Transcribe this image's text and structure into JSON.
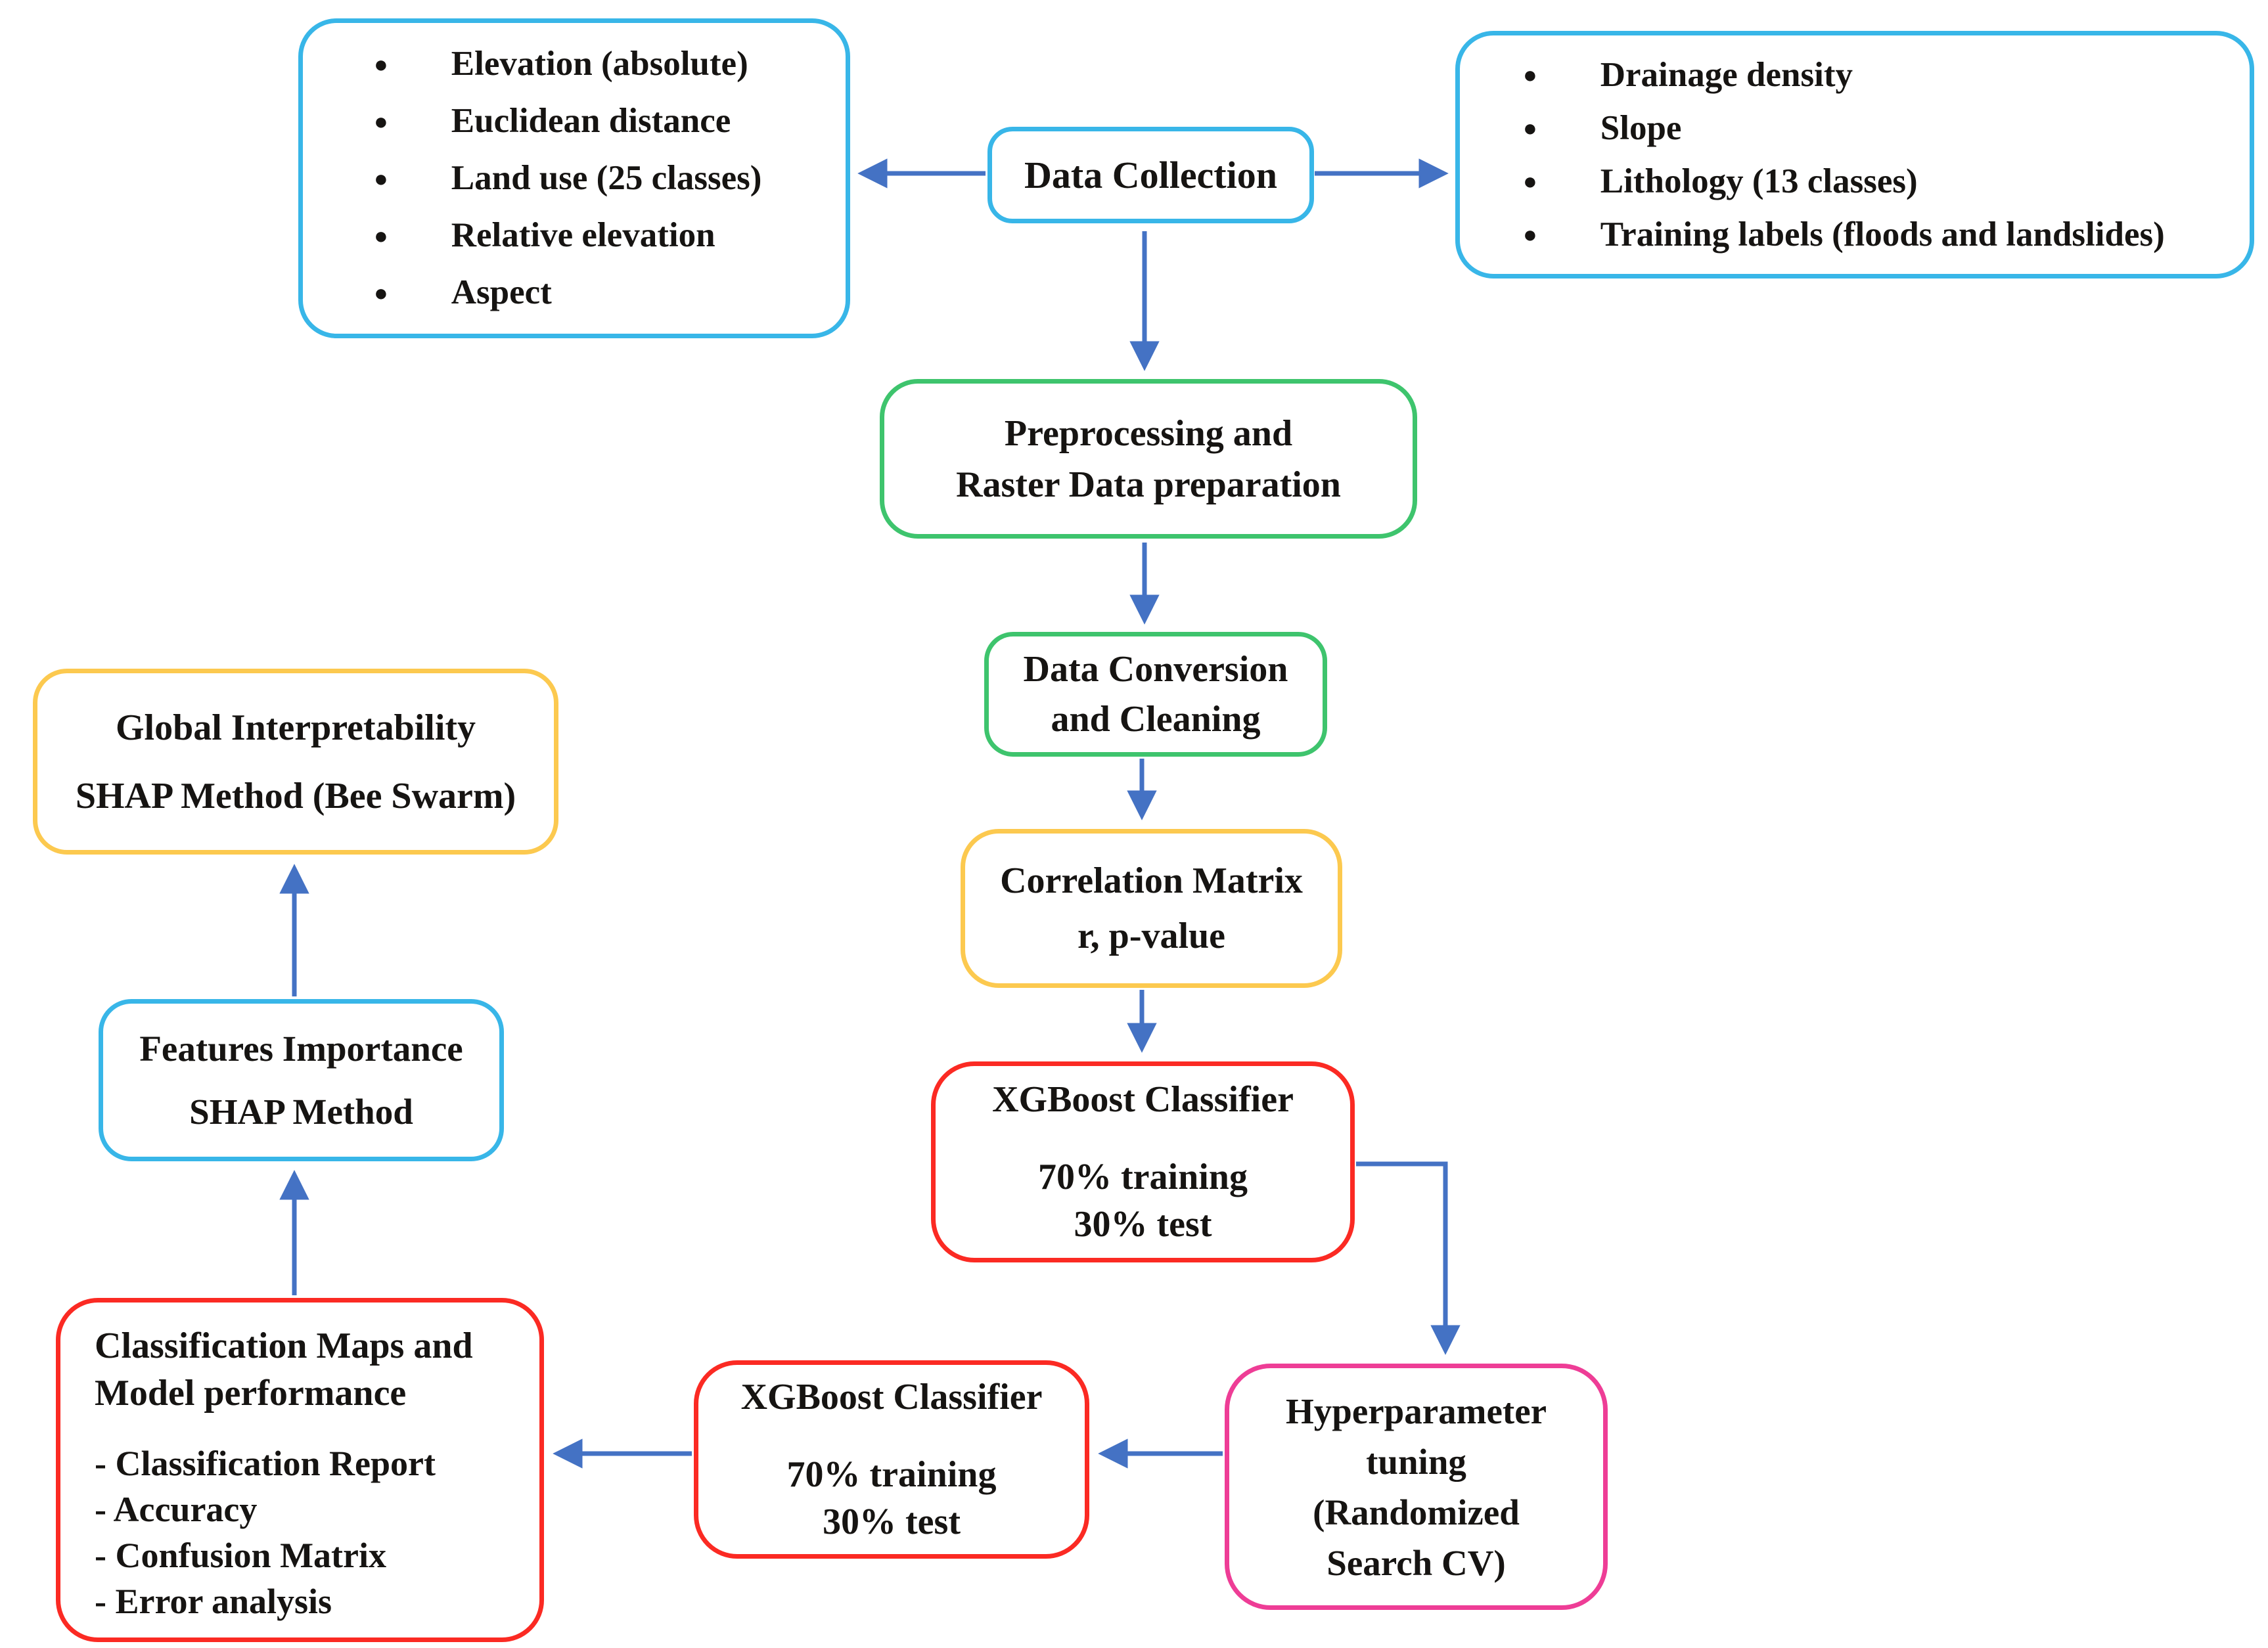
{
  "colors": {
    "cyan": "#38b6e8",
    "green": "#3ec46d",
    "yellow": "#fcc94f",
    "red": "#fb2a23",
    "pink": "#ee3d96",
    "arrow": "#4472c4",
    "text": "#161412",
    "background": "#ffffff"
  },
  "boxes": {
    "sources_left": {
      "items": [
        "Elevation (absolute)",
        "Euclidean distance",
        "Land use (25 classes)",
        "Relative elevation",
        "Aspect"
      ]
    },
    "data_collection": {
      "label": "Data Collection"
    },
    "sources_right": {
      "items": [
        "Drainage density",
        "Slope",
        "Lithology (13 classes)",
        "Training labels (floods and landslides)"
      ]
    },
    "preprocessing": {
      "line1": "Preprocessing and",
      "line2": "Raster Data preparation"
    },
    "data_conversion": {
      "line1": "Data Conversion",
      "line2": "and Cleaning"
    },
    "correlation_matrix": {
      "line1": "Correlation Matrix",
      "line2": "r, p-value"
    },
    "xgboost_top": {
      "title": "XGBoost Classifier",
      "line1": "70% training",
      "line2": "30% test"
    },
    "hyperparameter_tuning": {
      "line1": "Hyperparameter",
      "line2": "tuning",
      "line3": "(Randomized",
      "line4": "Search CV)"
    },
    "xgboost_bottom": {
      "title": "XGBoost Classifier",
      "line1": "70% training",
      "line2": "30% test"
    },
    "classification_maps": {
      "title_line1": "Classification Maps and",
      "title_line2": "Model performance",
      "items": [
        "- Classification Report",
        "- Accuracy",
        "- Confusion Matrix",
        "- Error analysis"
      ]
    },
    "features_importance": {
      "line1": "Features Importance",
      "line2": "SHAP Method"
    },
    "global_interpretability": {
      "line1": "Global Interpretability",
      "line2": "SHAP Method (Bee Swarm)"
    }
  }
}
